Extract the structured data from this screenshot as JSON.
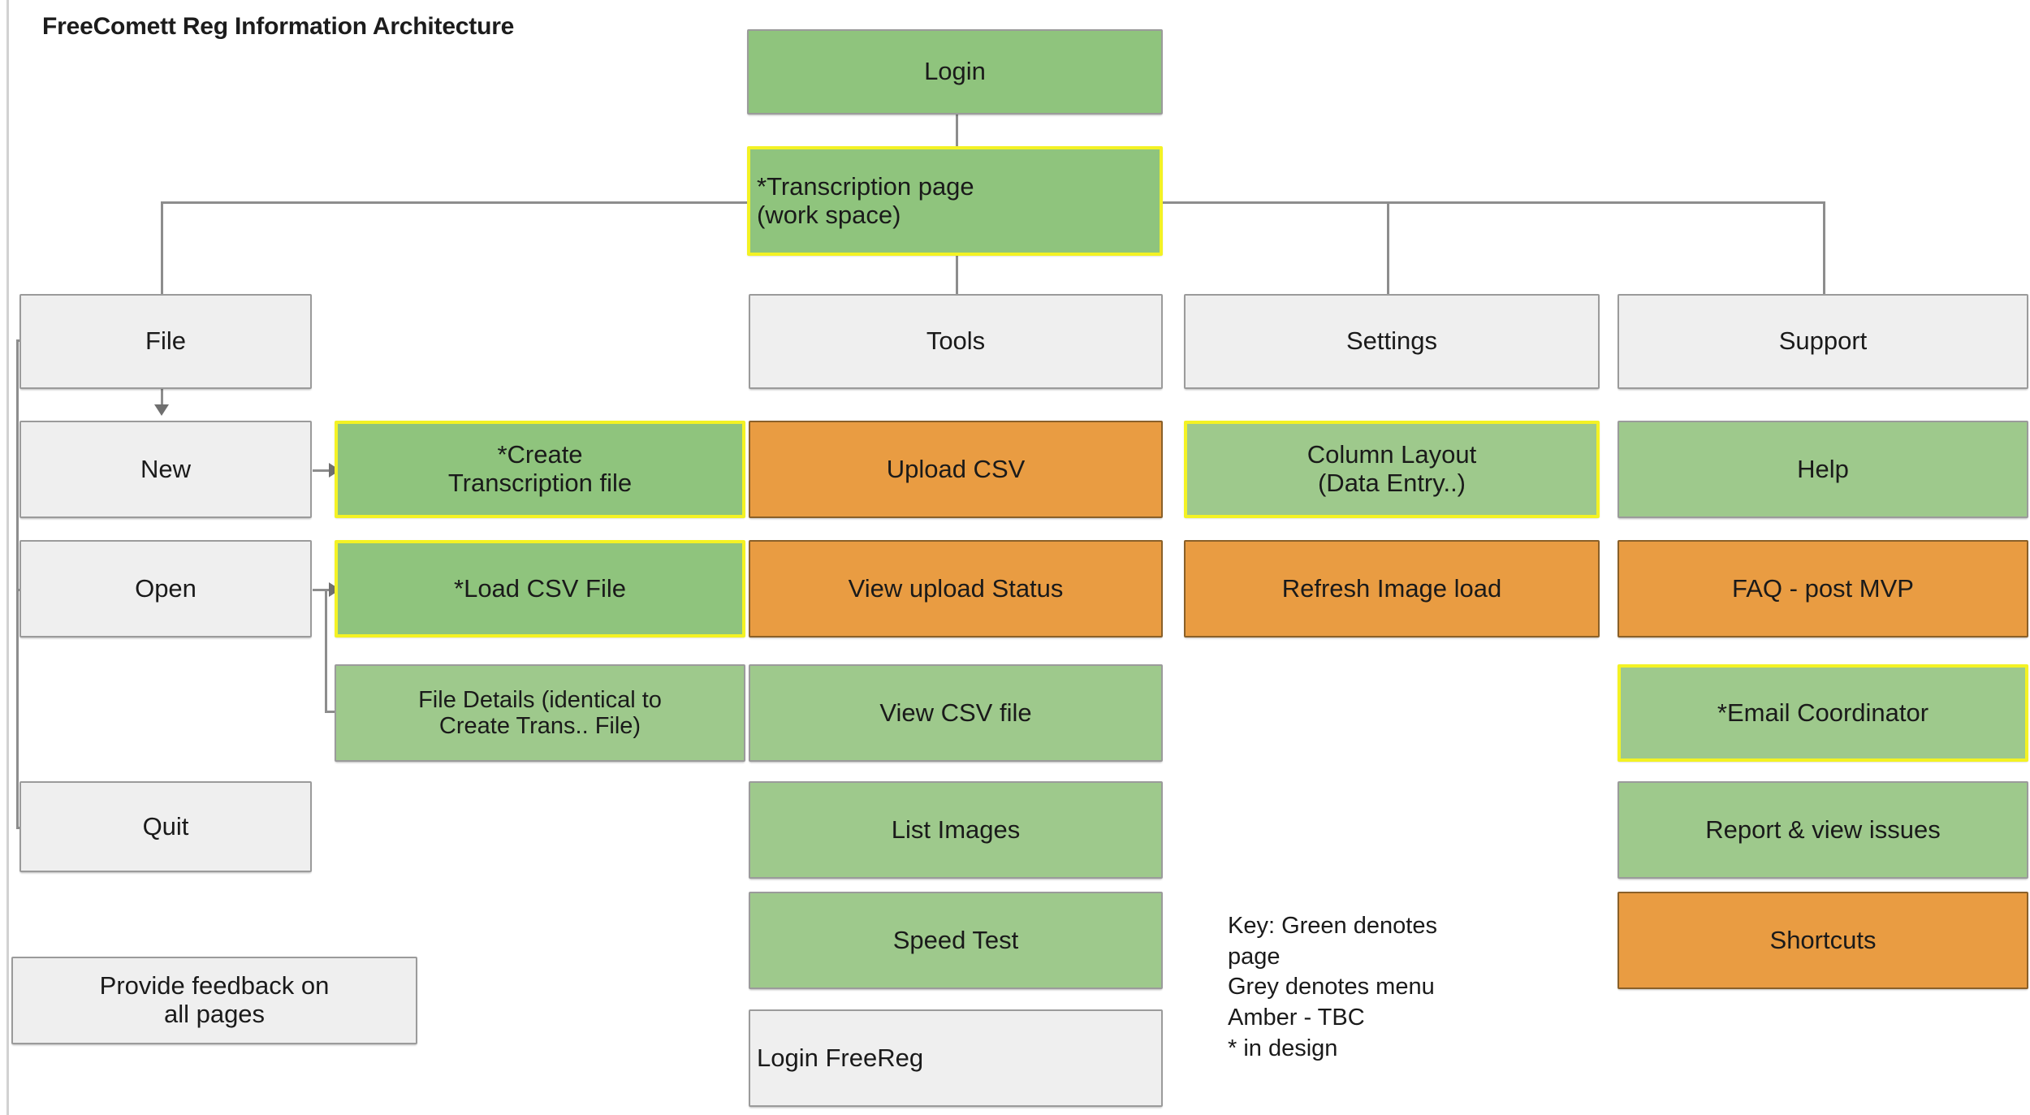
{
  "document": {
    "title": "FreeComett Reg Information Architecture",
    "type": "information-architecture-diagram"
  },
  "colors": {
    "page_green": "#8fc47d",
    "page_green_light": "#9ec98c",
    "menu_grey": "#efefef",
    "tbc_amber": "#e99c42",
    "in_design_border": "#f3f224",
    "connector": "#8d8d8d"
  },
  "nodes": {
    "login": {
      "label": "Login",
      "fill": "green",
      "border": "grey"
    },
    "transcription": {
      "label": "*Transcription page\n(work space)",
      "line1": "*Transcription page",
      "line2": "(work space)",
      "fill": "green",
      "border": "yellow"
    },
    "menus": [
      {
        "label": "File",
        "fill": "grey",
        "border": "grey"
      },
      {
        "label": "Tools",
        "fill": "grey",
        "border": "grey"
      },
      {
        "label": "Settings",
        "fill": "grey",
        "border": "grey"
      },
      {
        "label": "Support",
        "fill": "grey",
        "border": "grey"
      }
    ],
    "file_column": [
      {
        "label": "New",
        "fill": "grey",
        "border": "grey"
      },
      {
        "label": "Open",
        "fill": "grey",
        "border": "grey"
      },
      {
        "label": "Quit",
        "fill": "grey",
        "border": "grey"
      }
    ],
    "file_pages": [
      {
        "line1": "*Create",
        "line2": "Transcription file",
        "fill": "green",
        "border": "yellow"
      },
      {
        "line1": "*Load CSV File",
        "line2": "",
        "fill": "green",
        "border": "yellow"
      },
      {
        "line1": "File Details (identical to",
        "line2": "Create Trans.. File)",
        "fill": "green-light",
        "border": "grey"
      }
    ],
    "tools_column": [
      {
        "label": "Upload CSV",
        "fill": "amber",
        "border": "amber"
      },
      {
        "label": "View upload Status",
        "fill": "amber",
        "border": "amber"
      },
      {
        "label": "View CSV file",
        "fill": "green-light",
        "border": "grey"
      },
      {
        "label": "List Images",
        "fill": "green-light",
        "border": "grey"
      },
      {
        "label": "Speed Test",
        "fill": "green-light",
        "border": "grey"
      },
      {
        "label": "Login FreeReg",
        "fill": "grey",
        "border": "grey"
      }
    ],
    "settings_column": [
      {
        "line1": "Column Layout",
        "line2": "(Data Entry..)",
        "fill": "green-light",
        "border": "yellow"
      },
      {
        "line1": "Refresh Image load",
        "line2": "",
        "fill": "amber",
        "border": "amber"
      }
    ],
    "support_column": [
      {
        "label": "Help",
        "fill": "green-light",
        "border": "grey"
      },
      {
        "label": "FAQ - post MVP",
        "fill": "amber",
        "border": "amber"
      },
      {
        "label": "*Email Coordinator",
        "fill": "green-light",
        "border": "yellow"
      },
      {
        "label": "Report & view issues",
        "fill": "green-light",
        "border": "grey"
      },
      {
        "label": "Shortcuts",
        "fill": "amber",
        "border": "amber"
      }
    ],
    "feedback": {
      "line1": "Provide feedback on",
      "line2": "all pages",
      "fill": "grey",
      "border": "grey"
    }
  },
  "key": {
    "line1": "Key: Green denotes",
    "line2": "page",
    "line3": "Grey denotes menu",
    "line4": "Amber - TBC",
    "line5": "* in design"
  }
}
